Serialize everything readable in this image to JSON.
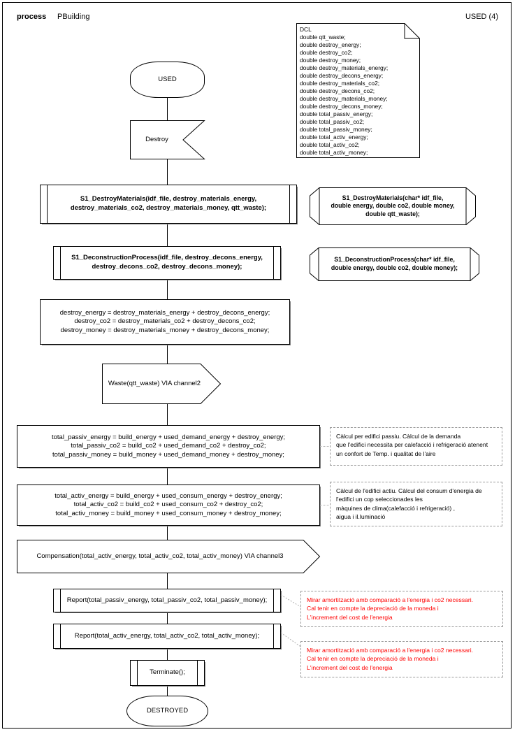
{
  "page": {
    "title_keyword": "process",
    "title_name": "PBuilding",
    "state_label": "USED (4)"
  },
  "colors": {
    "stroke": "#000000",
    "shadow": "#808080",
    "note_border": "#9a9a9a",
    "red_text": "#ff0000",
    "background": "#ffffff"
  },
  "dcl_note": {
    "title": "DCL",
    "text": "DCL\ndouble qtt_waste;\ndouble destroy_energy;\ndouble destroy_co2;\ndouble destroy_money;\ndouble destroy_materials_energy;\ndouble destroy_decons_energy;\ndouble destroy_materials_co2;\ndouble destroy_decons_co2;\ndouble destroy_materials_money;\ndouble destroy_decons_money;\ndouble total_passiv_energy;\ndouble total_passiv_co2;\ndouble total_passiv_money;\ndouble total_activ_energy;\ndouble total_activ_co2;\ndouble total_activ_money;"
  },
  "nodes": {
    "start": {
      "label": "USED",
      "shape": "terminator"
    },
    "destroy_signal": {
      "label": "Destroy",
      "shape": "receive-signal"
    },
    "call_destroy_materials": {
      "label": "S1_DestroyMaterials(idf_file, destroy_materials_energy,\ndestroy_materials_co2, destroy_materials_money, qtt_waste);",
      "shape": "predefined-process"
    },
    "call_deconstruction": {
      "label": "S1_DeconstructionProcess(idf_file, destroy_decons_energy,\ndestroy_decons_co2, destroy_decons_money);",
      "shape": "predefined-process"
    },
    "assign_destroy_totals": {
      "label": "destroy_energy = destroy_materials_energy + destroy_decons_energy;\ndestroy_co2 = destroy_materials_co2 + destroy_decons_co2;\ndestroy_money = destroy_materials_money + destroy_decons_money;",
      "shape": "process"
    },
    "waste_signal": {
      "label": "Waste(qtt_waste) VIA channel2",
      "shape": "send-signal"
    },
    "assign_total_passiv": {
      "label": "total_passiv_energy = build_energy + used_demand_energy + destroy_energy;\ntotal_passiv_co2 = build_co2 + used_demand_co2 + destroy_co2;\ntotal_passiv_money =  build_money + used_demand_money + destroy_money;",
      "shape": "process"
    },
    "assign_total_activ": {
      "label": "total_activ_energy = build_energy + used_consum_energy + destroy_energy;\ntotal_activ_co2 =  build_co2 + used_consum_co2 + destroy_co2;\ntotal_activ_money = build_money + used_consum_money + destroy_money;",
      "shape": "process"
    },
    "compensation_signal": {
      "label": "Compensation(total_activ_energy, total_activ_co2, total_activ_money) VIA channel3",
      "shape": "send-signal"
    },
    "report_passiv": {
      "label": "Report(total_passiv_energy, total_passiv_co2, total_passiv_money);",
      "shape": "predefined-process"
    },
    "report_activ": {
      "label": "Report(total_activ_energy, total_activ_co2, total_activ_money);",
      "shape": "predefined-process"
    },
    "terminate": {
      "label": "Terminate();",
      "shape": "predefined-process"
    },
    "end": {
      "label": "DESTROYED",
      "shape": "terminator"
    }
  },
  "signatures": {
    "destroy_materials": {
      "label": "S1_DestroyMaterials(char* idf_file,\ndouble energy, double co2, double money,\ndouble qtt_waste);"
    },
    "deconstruction": {
      "label": "S1_DeconstructionProcess(char* idf_file,\ndouble energy, double co2, double money);"
    }
  },
  "comments": {
    "passiv": "Càlcul per edifici passiu. Càlcul de la demanda\nque l'edifici necessita per calefacció i refrigeració atenent\nun confort de Temp.  i qualitat de l'aire",
    "activ": "Càlcul de l'edifici actiu. Càlcul del consum d'energia de\nl'edifici un cop seleccionades les\nmàquines de clima(calefacció i refrigeració) ,\naigua i il.luminació",
    "report_passiv": "Mirar amortització amb comparació a l'energia i co2 necessari.\nCal tenir en compte la depreciació de la moneda i\nL'increment del cost de l'energia",
    "report_activ": "Mirar amortització amb comparació a l'energia i co2 necessari.\nCal tenir en compte la depreciació de la moneda i\nL'increment del cost de l'energia"
  }
}
